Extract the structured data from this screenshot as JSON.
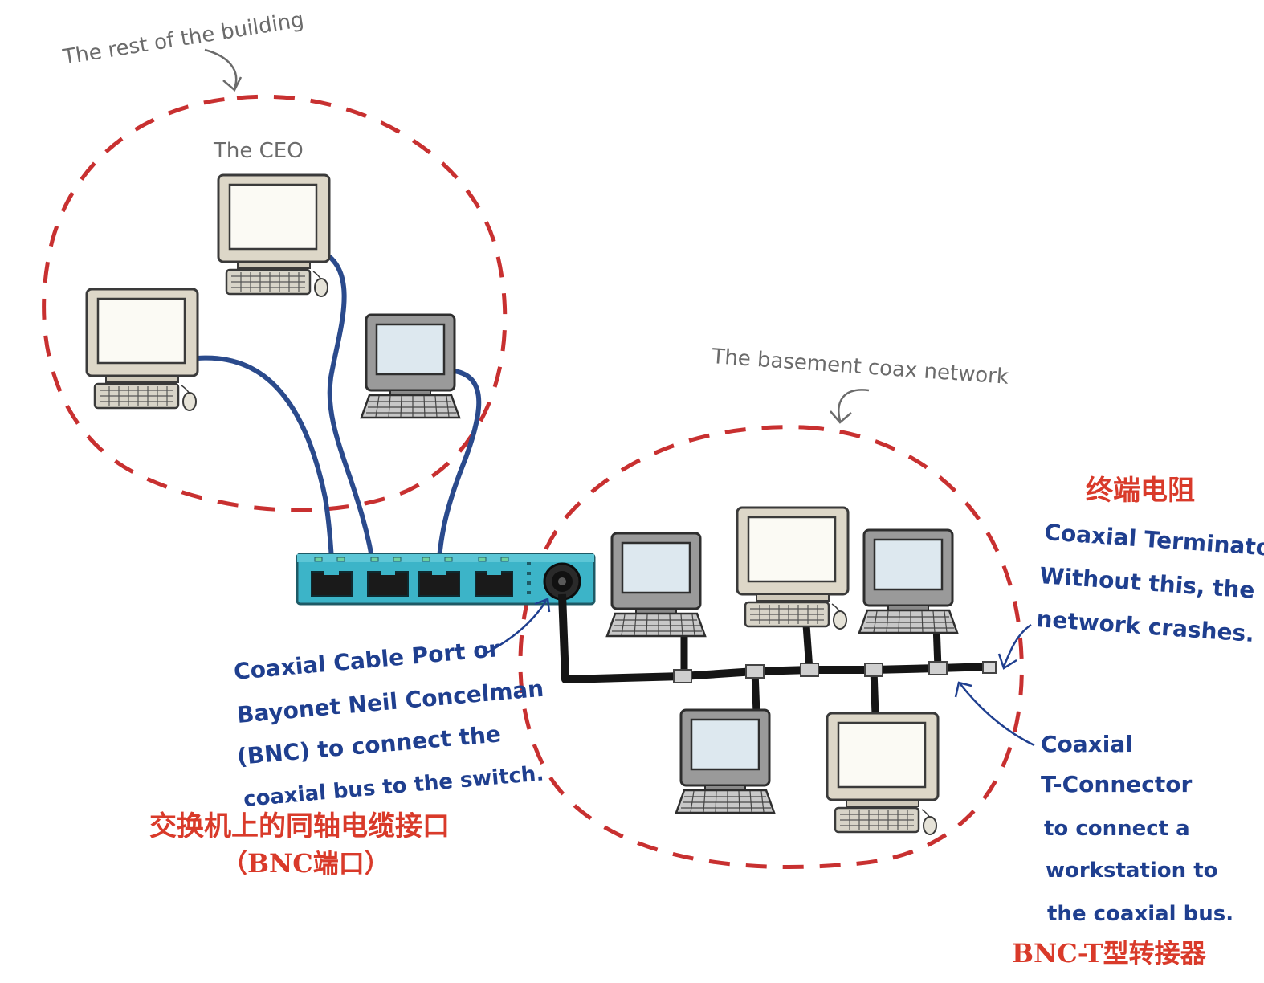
{
  "labels": {
    "rest_of_building": "The rest of the building",
    "the_ceo": "The CEO",
    "basement_coax": "The basement coax network",
    "terminator_cn": "终端电阻",
    "terminator_l1": "Coaxial Terminator",
    "terminator_l2": "Without this, the",
    "terminator_l3": "network crashes.",
    "bnc_port_l1": "Coaxial Cable Port or",
    "bnc_port_l2": "Bayonet Neil Concelman",
    "bnc_port_l3": "(BNC) to connect the",
    "bnc_port_l4": "coaxial bus to the switch.",
    "bnc_port_cn_l1": "交换机上的同轴电缆接口",
    "bnc_port_cn_l2": "（BNC端口）",
    "tconn_l1": "Coaxial",
    "tconn_l2": "T-Connector",
    "tconn_l3": "to connect a",
    "tconn_l4": "workstation to",
    "tconn_l5": "the coaxial bus.",
    "tconn_cn": "BNC-T型转接器"
  },
  "colors": {
    "dashed_boundary": "#c83030",
    "cable_blue": "#2a4a8c",
    "switch_body": "#3cb4c8",
    "annotation_blue": "#1f3f8f",
    "annotation_red": "#d93a2a",
    "annotation_gray": "#6b6b6b"
  },
  "icons": [
    "computer-icon",
    "switch-icon",
    "bnc-port-icon",
    "t-connector-icon",
    "terminator-icon",
    "arrow-icon"
  ]
}
